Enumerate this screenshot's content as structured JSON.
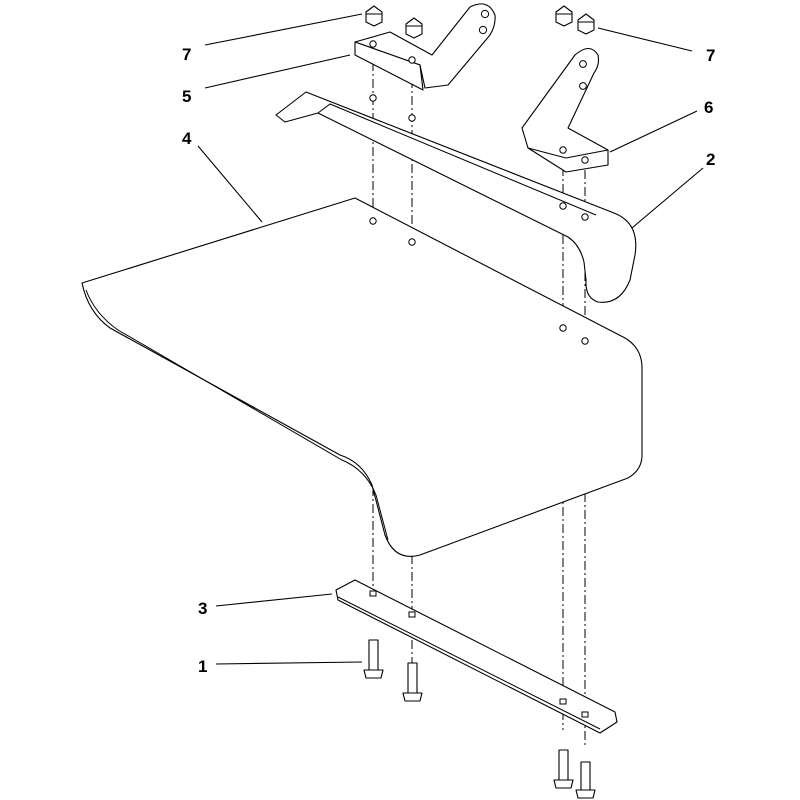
{
  "callouts": [
    {
      "id": "callout-7-left",
      "label": "7"
    },
    {
      "id": "callout-5",
      "label": "5"
    },
    {
      "id": "callout-4",
      "label": "4"
    },
    {
      "id": "callout-7-right",
      "label": "7"
    },
    {
      "id": "callout-6",
      "label": "6"
    },
    {
      "id": "callout-2",
      "label": "2"
    },
    {
      "id": "callout-3",
      "label": "3"
    },
    {
      "id": "callout-1",
      "label": "1"
    }
  ]
}
